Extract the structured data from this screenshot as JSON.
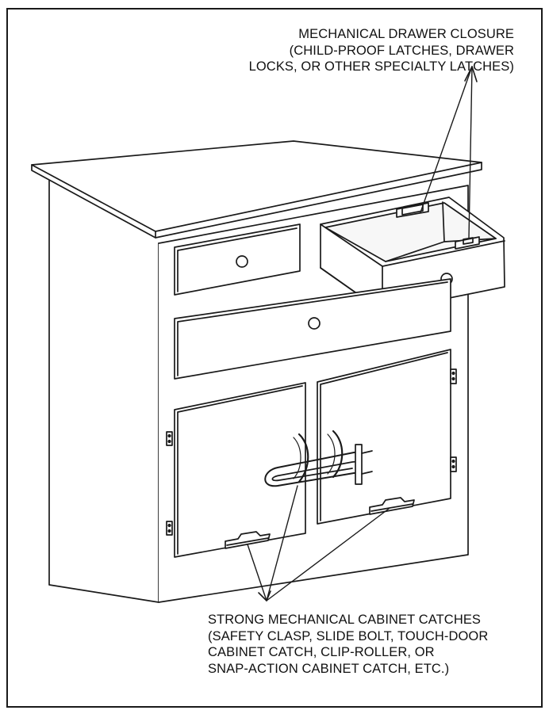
{
  "callouts": {
    "drawer_closure": {
      "lines": [
        "MECHANICAL DRAWER CLOSURE",
        "(CHILD-PROOF LATCHES, DRAWER",
        "LOCKS, OR OTHER SPECIALTY LATCHES)"
      ]
    },
    "cabinet_catches": {
      "lines": [
        "STRONG MECHANICAL CABINET CATCHES",
        "(SAFETY CLASP, SLIDE BOLT, TOUCH-DOOR",
        "CABINET CATCH, CLIP-ROLLER, OR",
        "SNAP-ACTION CABINET CATCH, ETC.)"
      ]
    }
  },
  "colors": {
    "line": "#1a1a1a",
    "paper": "#ffffff",
    "drawer_interior": "#f7f7f7"
  }
}
